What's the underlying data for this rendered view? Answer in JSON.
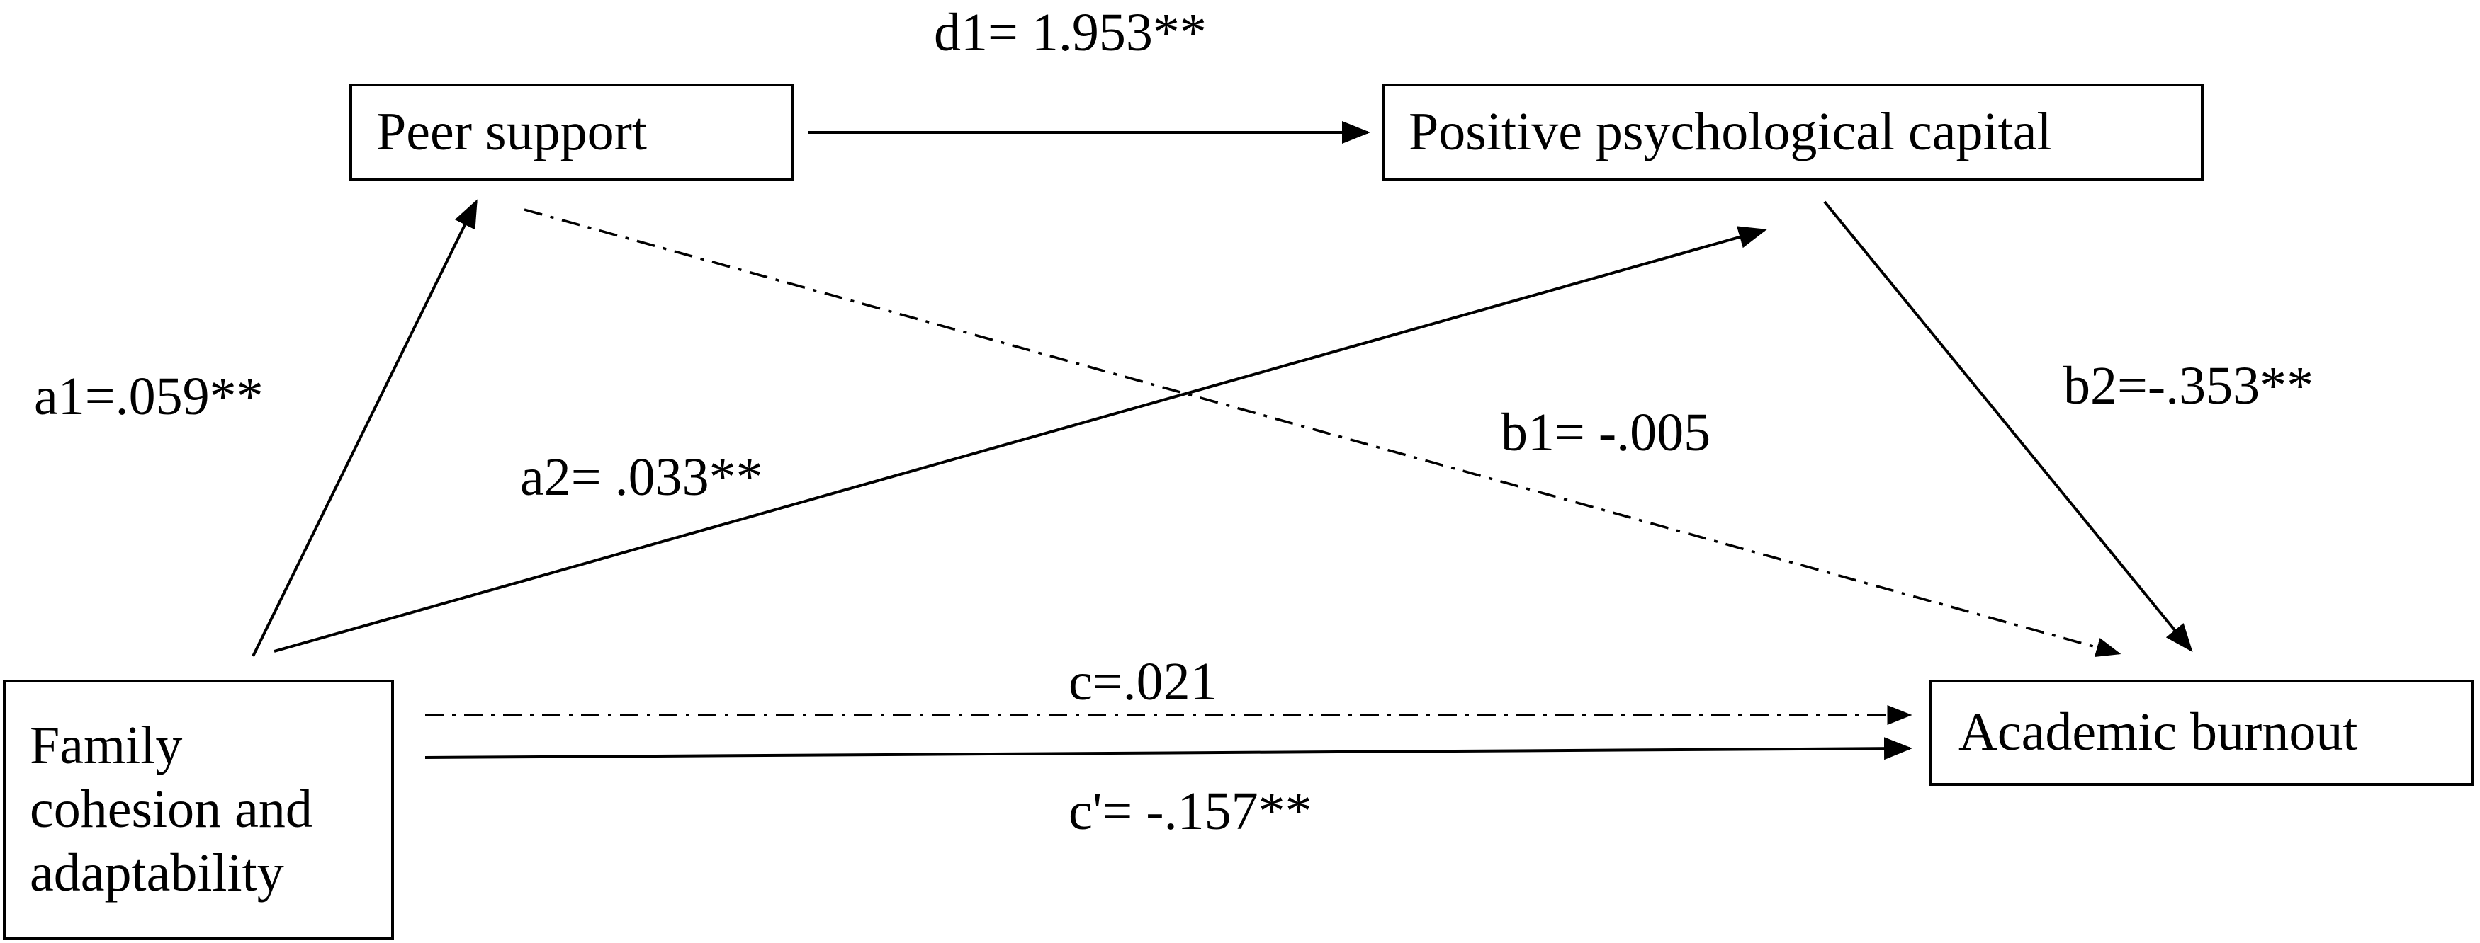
{
  "diagram": {
    "nodes": {
      "peer_support": "Peer support",
      "positive_capital": "Positive psychological capital",
      "family_cohesion": "Family cohesion and adaptability",
      "academic_burnout": "Academic burnout"
    },
    "paths": {
      "d1": "d1= 1.953**",
      "a1": "a1=.059**",
      "a2": "a2= .033**",
      "b1": "b1= -.005",
      "b2": "b2=-.353**",
      "c": "c=.021",
      "c_prime": "c'= -.157**"
    },
    "line_color": "#000000"
  }
}
